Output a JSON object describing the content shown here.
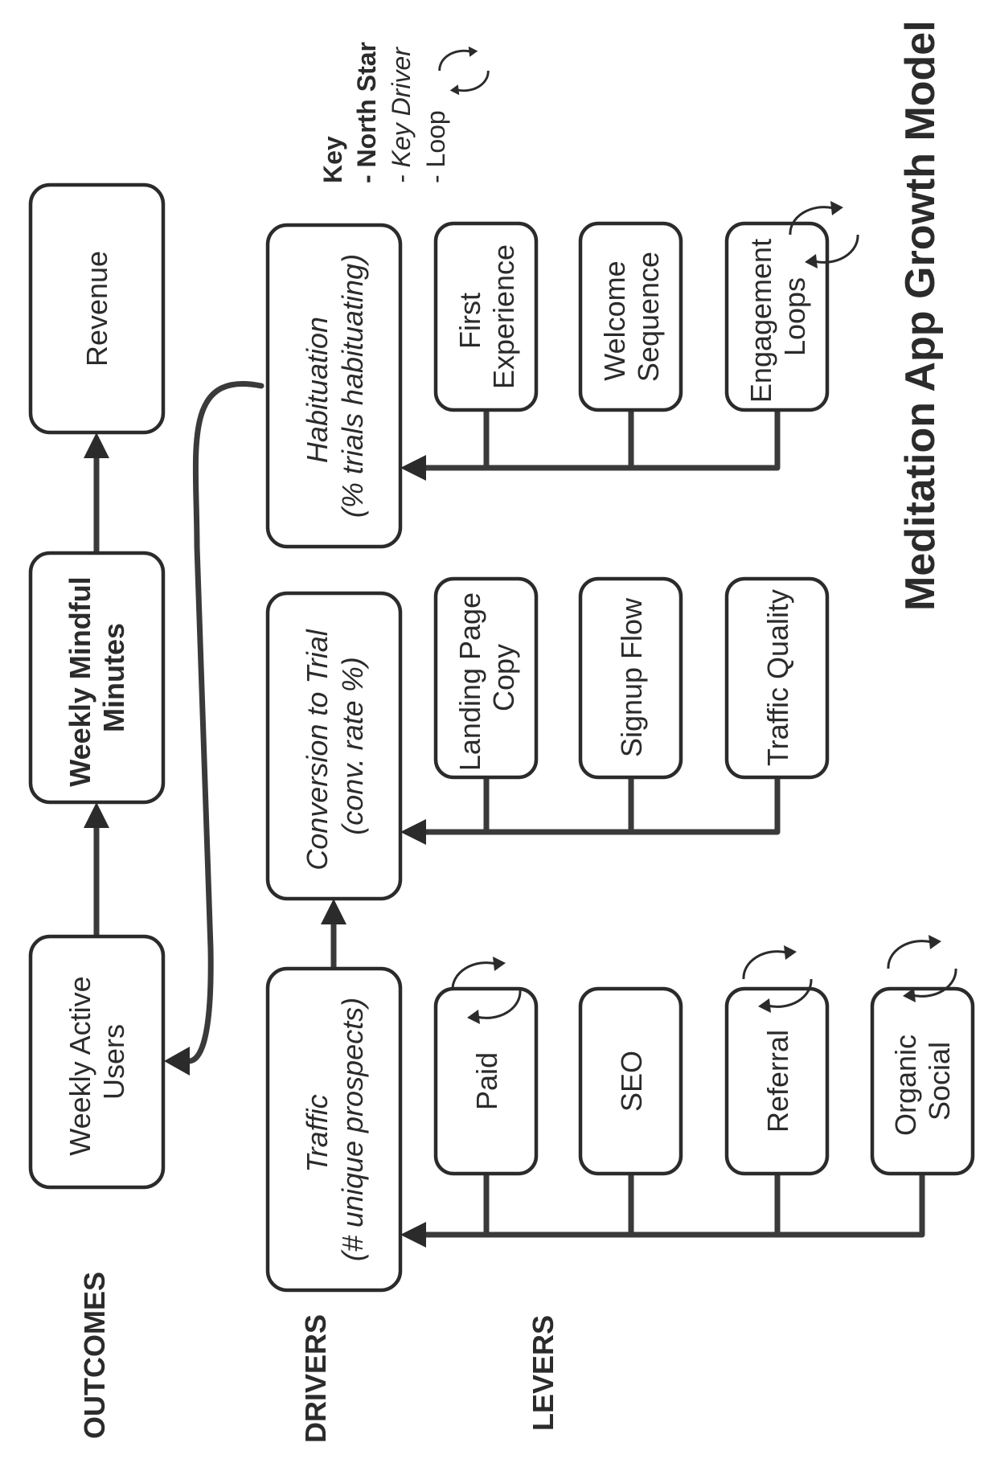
{
  "title": "Meditation App Growth Model",
  "sections": {
    "outcomes": "OUTCOMES",
    "drivers": "DRIVERS",
    "levers": "LEVERS"
  },
  "key": {
    "heading": "Key",
    "north_star": "- North Star",
    "key_driver": "- Key Driver",
    "loop": "- Loop"
  },
  "outcomes": {
    "weekly_active_users": [
      "Weekly Active",
      "Users"
    ],
    "weekly_mindful_minutes": [
      "Weekly Mindful",
      "Minutes"
    ],
    "revenue": [
      "Revenue"
    ]
  },
  "drivers": {
    "traffic": [
      "Traffic",
      "(# unique prospects)"
    ],
    "conversion": [
      "Conversion to Trial",
      "(conv. rate %)"
    ],
    "habituation": [
      "Habituation",
      "(% trials habituating)"
    ]
  },
  "levers": {
    "traffic": [
      {
        "lines": [
          "Paid"
        ],
        "loop": true
      },
      {
        "lines": [
          "SEO"
        ],
        "loop": false
      },
      {
        "lines": [
          "Referral"
        ],
        "loop": true
      },
      {
        "lines": [
          "Organic",
          "Social"
        ],
        "loop": true
      }
    ],
    "conversion": [
      {
        "lines": [
          "Landing Page",
          "Copy"
        ],
        "loop": false
      },
      {
        "lines": [
          "Signup Flow"
        ],
        "loop": false
      },
      {
        "lines": [
          "Traffic Quality"
        ],
        "loop": false
      }
    ],
    "habituation": [
      {
        "lines": [
          "First",
          "Experience"
        ],
        "loop": false
      },
      {
        "lines": [
          "Welcome",
          "Sequence"
        ],
        "loop": false
      },
      {
        "lines": [
          "Engagement",
          "Loops"
        ],
        "loop": true
      }
    ]
  }
}
